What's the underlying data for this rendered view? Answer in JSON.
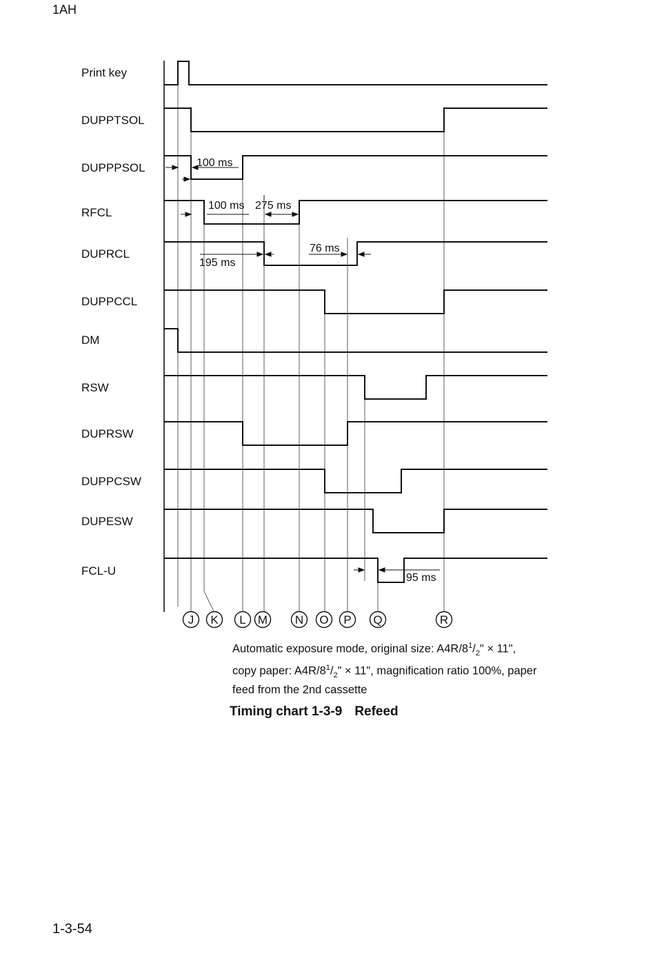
{
  "header": {
    "code": "1AH"
  },
  "page": {
    "number": "1-3-54"
  },
  "signals": [
    {
      "name": "Print key"
    },
    {
      "name": "DUPPTSOL"
    },
    {
      "name": "DUPPPSOL"
    },
    {
      "name": "RFCL"
    },
    {
      "name": "DUPRCL"
    },
    {
      "name": "DUPPCCL"
    },
    {
      "name": "DM"
    },
    {
      "name": "RSW"
    },
    {
      "name": "DUPRSW"
    },
    {
      "name": "DUPPCSW"
    },
    {
      "name": "DUPESW"
    },
    {
      "name": "FCL-U"
    }
  ],
  "markers": [
    "J",
    "K",
    "L",
    "M",
    "N",
    "O",
    "P",
    "Q",
    "R"
  ],
  "durations": {
    "d1": "100 ms",
    "d2": "100 ms",
    "d3": "275 ms",
    "d4": "195 ms",
    "d5": "76 ms",
    "d6": "95 ms"
  },
  "note": {
    "line1_a": "Automatic exposure mode, original size: A4R/8",
    "line1_sup": "1",
    "line1_slash": "/",
    "line1_sub": "2",
    "line1_b": "\" × 11\",",
    "line2_a": "copy paper: A4R/8",
    "line2_sup": "1",
    "line2_slash": "/",
    "line2_sub": "2",
    "line2_b": "\" × 11\", magnification ratio 100%, paper",
    "line3": "feed from the 2nd cassette"
  },
  "caption": {
    "number": "Timing chart 1-3-9",
    "title": "Refeed"
  }
}
